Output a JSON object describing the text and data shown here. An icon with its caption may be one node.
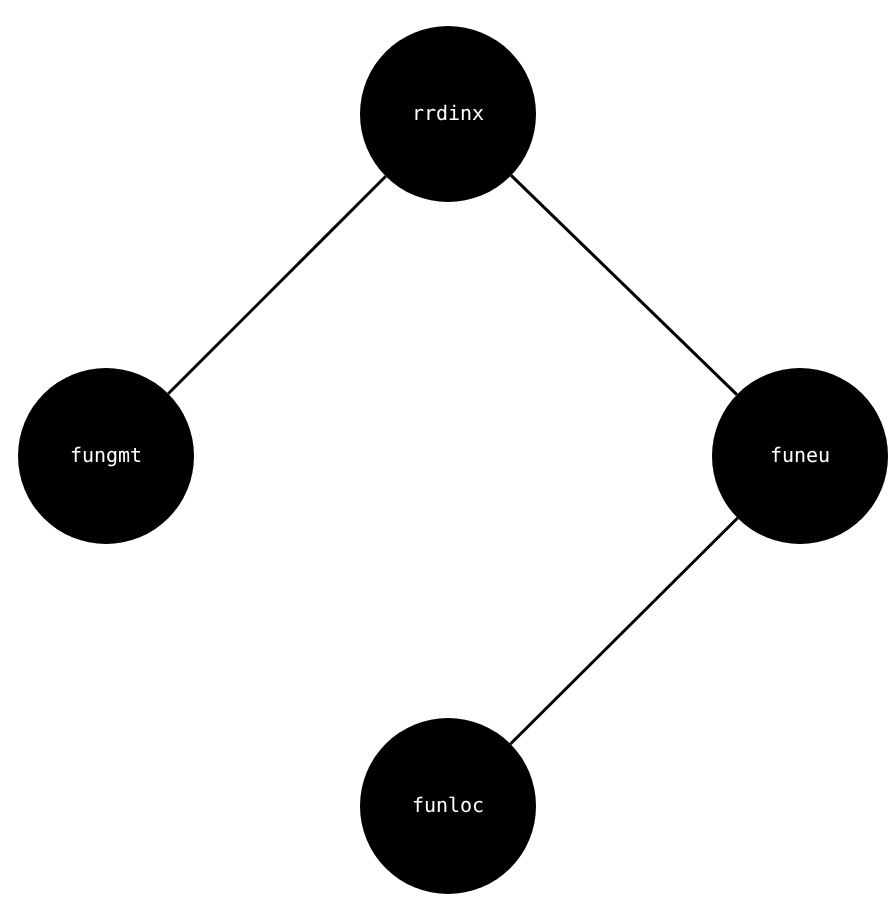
{
  "diagram": {
    "nodes": [
      {
        "text": [
          "rrdinx"
        ]
      },
      {
        "text": [
          "fungmt"
        ]
      },
      {
        "text": [
          "funeu"
        ]
      },
      {
        "text": [
          "funloc"
        ]
      }
    ],
    "edges": [
      {
        "from": 0,
        "to": 1,
        "arrow": "none"
      },
      {
        "from": 0,
        "to": 2,
        "arrow": "none"
      },
      {
        "from": 2,
        "to": 3,
        "arrow": "none"
      }
    ]
  }
}
